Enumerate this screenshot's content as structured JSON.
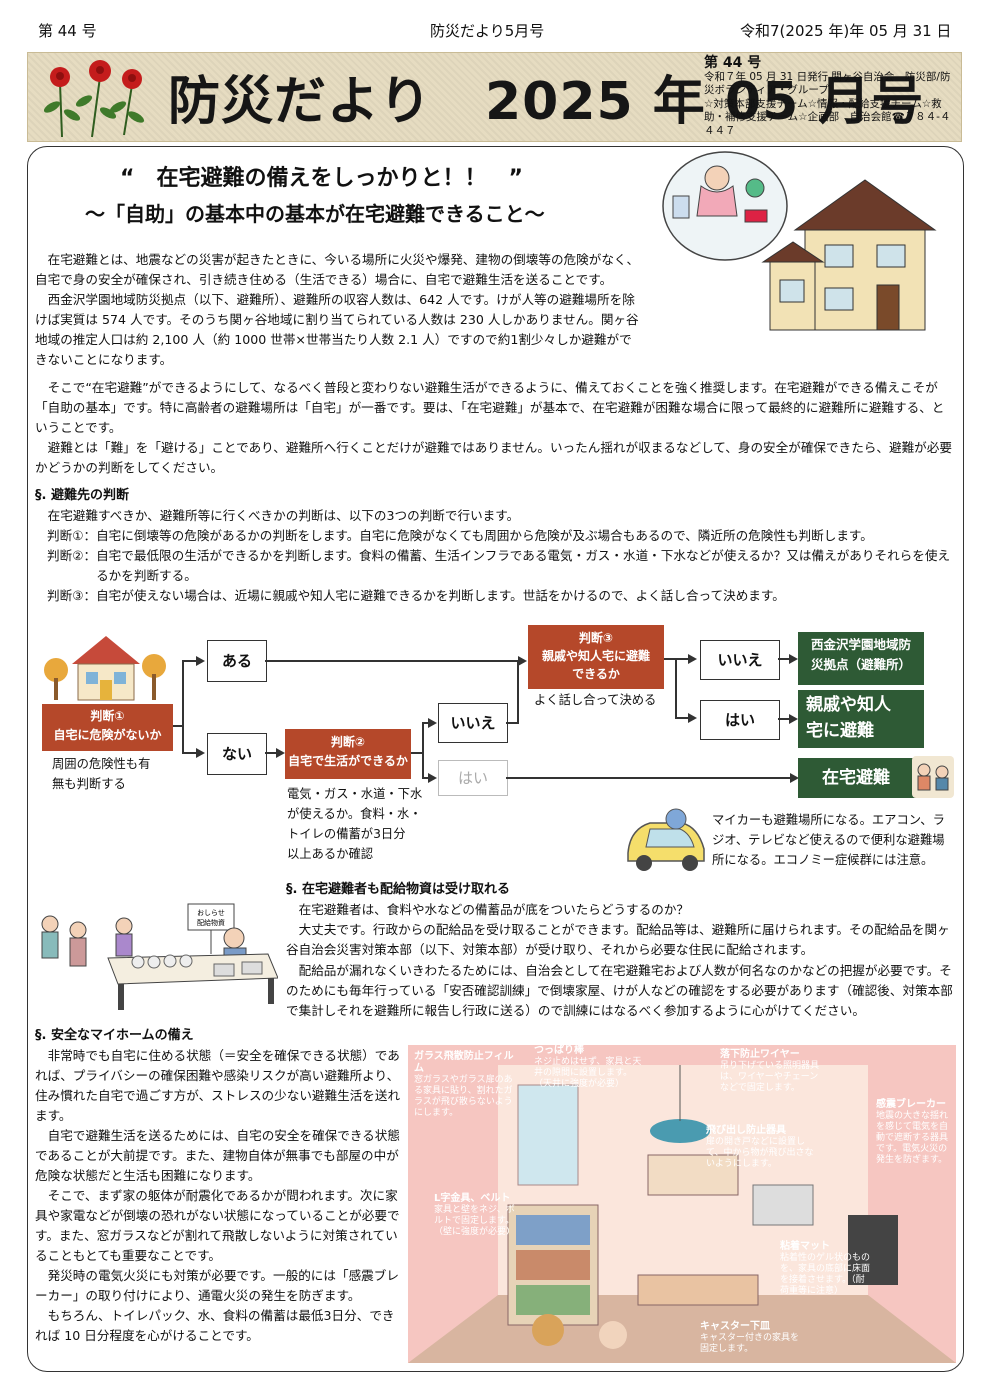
{
  "header": {
    "issue_left": "第 44 号",
    "center": "防災だより5月号",
    "date": "令和7(2025 年)年 05 月 31 日"
  },
  "masthead": {
    "title": "防災だより　2025 年 05 月号",
    "issue": "第 44 号",
    "info": "令和７年 05 月 31 日発行 関ヶ谷自治会　防災部/防災ボランティア・グループ\n☆対策本部支援チーム☆情報・配給支援チーム☆救助・補修支援チーム☆企画部　自治会館☎７８４-４４４７"
  },
  "headline": {
    "title": "“　在宅避難の備えをしっかりと！！　”",
    "subtitle": "～「自助」の基本中の基本が在宅避難できること～"
  },
  "intro_paragraphs": [
    "在宅避難とは、地震などの災害が起きたときに、今いる場所に火災や爆発、建物の倒壊等の危険がなく、自宅で身の安全が確保され、引き続き住める（生活できる）場合に、自宅で避難生活を送ることです。",
    "西金沢学園地域防災拠点（以下、避難所）、避難所の収容人数は、642 人です。けが人等の避難場所を除けば実質は 574 人です。そのうち関ヶ谷地域に割り当てられている人数は 230 人しかありません。関ヶ谷地域の推定人口は約 2,100 人（約 1000 世帯×世帯当たり人数 2.1 人）ですので約1割少々しか避難ができないことになります。",
    "そこで“在宅避難”ができるようにして、なるべく普段と変わりない避難生活ができるように、備えておくことを強く推奨します。在宅避難ができる備えこそが「自助の基本」です。特に高齢者の避難場所は「自宅」が一番です。要は、「在宅避難」が基本で、在宅避難が困難な場合に限って最終的に避難所に避難する、ということです。",
    "避難とは「難」を「避ける」ことであり、避難所へ行くことだけが避難ではありません。いったん揺れが収まるなどして、身の安全が確保できたら、避難が必要かどうかの判断をしてください。"
  ],
  "judgement_section": {
    "title": "§. 避難先の判断",
    "intro": "在宅避難すべきか、避難所等に行くべきかの判断は、以下の3つの判断で行います。",
    "items": [
      {
        "label": "判断①：",
        "text": "自宅に倒壊等の危険があるかの判断をします。自宅に危険がなくても周囲から危険が及ぶ場合もあるので、隣近所の危険性も判断します。"
      },
      {
        "label": "判断②：",
        "text": "自宅で最低限の生活ができるかを判断します。食料の備蓄、生活インフラである電気・ガス・水道・下水などが使えるか？又は備えがありそれらを使えるかを判断する。"
      },
      {
        "label": "判断③：",
        "text": "自宅が使えない場合は、近場に親戚や知人宅に避難できるかを判断します。世話をかけるので、よく話し合って決めます。"
      }
    ]
  },
  "flow": {
    "j1": "判断①\n自宅に危険がないか",
    "j1_note": "周囲の危険性も有\n無も判断する",
    "yes_aru": "ある",
    "no_nai": "ない",
    "j2": "判断②\n自宅で生活ができるか",
    "j2_note": "電気・ガス・水道・下水\nが使えるか。食料・水・\nトイレの備蓄が3日分\n以上あるか確認",
    "iie1": "いいえ",
    "hai_gray": "はい",
    "j3": "判断③\n親戚や知人宅に避難\nできるか",
    "j3_note": "よく話し合って決める",
    "iie2": "いいえ",
    "hai2": "はい",
    "out1": "西金沢学園地域防\n災拠点（避難所）",
    "out2": "親戚や知人\n宅に避難",
    "out3": "在宅避難",
    "car_note": "マイカーも避難場所になる。エアコン、ラジオ、テレビなど使えるので便利な避難場所になる。エコノミー症候群には注意。"
  },
  "supply_section": {
    "title": "§. 在宅避難者も配給物資は受け取れる",
    "paragraphs": [
      "在宅避難者は、食料や水などの備蓄品が底をついたらどうするのか？",
      "大丈夫です。行政からの配給品を受け取ることができます。配給品等は、避難所に届けられます。その配給品を関ヶ谷自治会災害対策本部（以下、対策本部）が受け取り、それから必要な住民に配給されます。",
      "配給品が漏れなくいきわたるためには、自治会として在宅避難宅および人数が何名なのかなどの把握が必要です。そのためにも毎年行っている「安否確認訓練」で倒壊家屋、けが人などの確認をする必要があります（確認後、対策本部で集計しそれを避難所に報告し行政に送る）ので訓練にはなるべく参加するように心がけてください。"
    ],
    "sign": "おしらせ\n配給物資"
  },
  "home_section": {
    "title": "§. 安全なマイホームの備え",
    "paragraphs": [
      "非常時でも自宅に住める状態（＝安全を確保できる状態）であれば、プライバシーの確保困難や感染リスクが高い避難所より、住み慣れた自宅で過ごす方が、ストレスの少ない避難生活を送れます。",
      "自宅で避難生活を送るためには、自宅の安全を確保できる状態であることが大前提です。また、建物自体が無事でも部屋の中が危険な状態だと生活も困難になります。",
      "そこで、まず家の躯体が耐震化であるかが問われます。次に家具や家電などが倒壊の恐れがない状態になっていることが必要です。また、窓ガラスなどが割れて飛散しないように対策されていることもとても重要なことです。",
      "発災時の電気火災にも対策が必要です。一般的には「感震ブレーカー」の取り付けにより、通電火災の発生を防ぎます。",
      "もちろん、トイレパック、水、食料の備蓄は最低3日分、できれば 10 日分程度を心がけることです。"
    ]
  },
  "room_callouts": [
    {
      "title": "ガラス飛散防止フィルム",
      "text": "窓ガラスやガラス扉のある家具に貼り、割れたガラスが飛び散らないようにします。"
    },
    {
      "title": "つっぱり棒",
      "text": "ネジ止めはせず、家具と天井の隙間に設置します。（天井に強度が必要）"
    },
    {
      "title": "落下防止ワイヤー",
      "text": "吊り下げている照明器具は、ワイヤーやチェーンなどで固定します。"
    },
    {
      "title": "飛び出し防止器具",
      "text": "扉の開き戸などに設置して、中から物が飛び出さないようにします。"
    },
    {
      "title": "感震ブレーカー",
      "text": "地震の大きな揺れを感じて電気を自動で遮断する器具です。電気火災の発生を防ぎます。"
    },
    {
      "title": "L字金具、ベルト",
      "text": "家具と壁をネジ、ボルトで固定します。（壁に強度が必要）"
    },
    {
      "title": "粘着マット",
      "text": "粘着性のゲル状のものを、家具の底部に床面を接着させます。（耐荷重等に注意）"
    },
    {
      "title": "キャスター下皿",
      "text": "キャスター付きの家具を固定します。"
    }
  ],
  "colors": {
    "judgement_red": "#b5482a",
    "outcome_green": "#2e5a35",
    "masthead_bg": "#e6dcc1",
    "room_bg": "#f6c6c1"
  }
}
